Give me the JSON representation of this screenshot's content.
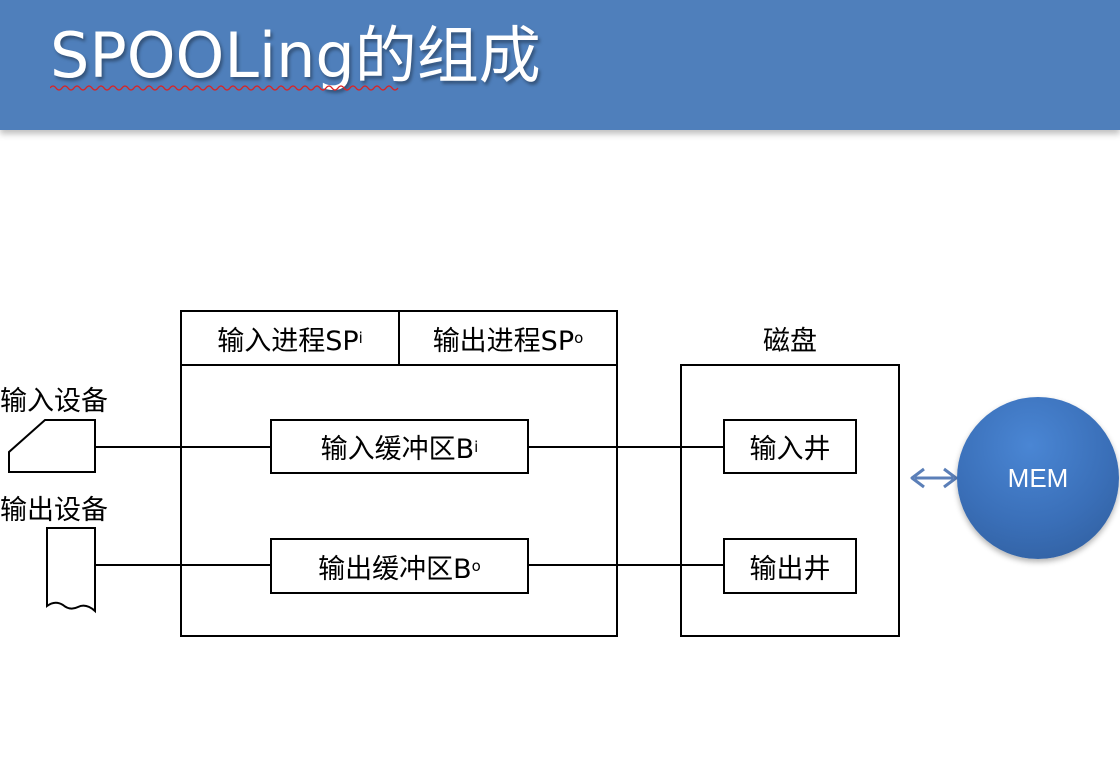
{
  "slide": {
    "title": "SPOOLing的组成"
  },
  "diagram": {
    "input_process": {
      "text": "输入进程SP",
      "sub": "i"
    },
    "output_process": {
      "text": "输出进程SP",
      "sub": "o"
    },
    "input_buffer": {
      "text": "输入缓冲区B",
      "sub": "i"
    },
    "output_buffer": {
      "text": "输出缓冲区B",
      "sub": "o"
    },
    "disk_label": "磁盘",
    "input_well": "输入井",
    "output_well": "输出井",
    "input_device_label": "输入设备",
    "output_device_label": "输出设备",
    "mem_label": "MEM",
    "colors": {
      "title_bar": "#4f7fbb",
      "mem_circle": "#3a6fb8",
      "arrow": "#5b7fb8"
    }
  }
}
